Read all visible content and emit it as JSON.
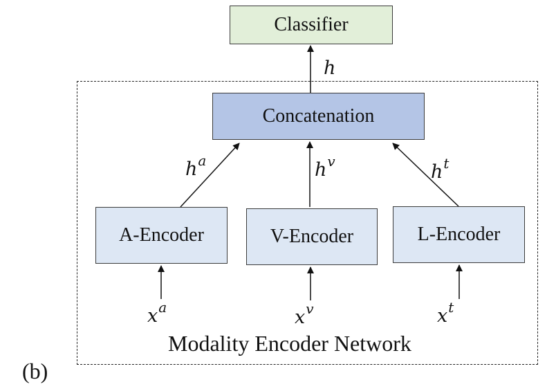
{
  "diagram": {
    "panel_label": "(b)",
    "group_label": "Modality Encoder Network",
    "nodes": {
      "classifier": "Classifier",
      "concatenation": "Concatenation",
      "a_encoder": "A-Encoder",
      "v_encoder": "V-Encoder",
      "l_encoder": "L-Encoder"
    },
    "edge_labels": {
      "h": {
        "base": "h",
        "sup": ""
      },
      "h_a": {
        "base": "h",
        "sup": "a"
      },
      "h_v": {
        "base": "h",
        "sup": "v"
      },
      "h_t": {
        "base": "h",
        "sup": "t"
      },
      "x_a": {
        "base": "x",
        "sup": "a"
      },
      "x_v": {
        "base": "x",
        "sup": "v"
      },
      "x_t": {
        "base": "x",
        "sup": "t"
      }
    },
    "edges": [
      {
        "from": "concatenation",
        "to": "classifier",
        "label": "h"
      },
      {
        "from": "a_encoder",
        "to": "concatenation",
        "label": "h_a"
      },
      {
        "from": "v_encoder",
        "to": "concatenation",
        "label": "h_v"
      },
      {
        "from": "l_encoder",
        "to": "concatenation",
        "label": "h_t"
      },
      {
        "from": "x_a",
        "to": "a_encoder",
        "label": "x_a"
      },
      {
        "from": "x_v",
        "to": "v_encoder",
        "label": "x_v"
      },
      {
        "from": "x_t",
        "to": "l_encoder",
        "label": "x_t"
      }
    ],
    "colors": {
      "classifier_fill": "#e2efd9",
      "concatenation_fill": "#b4c5e6",
      "encoder_fill": "#dde7f4",
      "stroke": "#3a3a3a"
    }
  }
}
